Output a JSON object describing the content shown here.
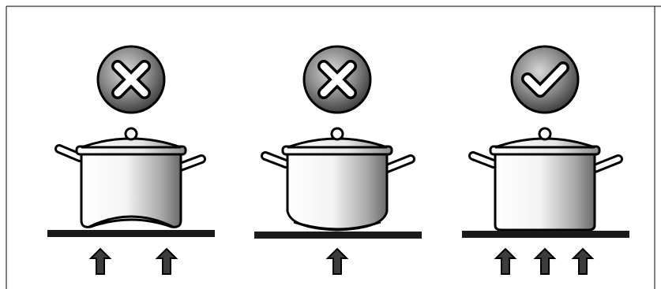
{
  "panels": [
    {
      "id": "pot-bulged-bottom",
      "status": "incorrect",
      "status_icon": "cross-icon",
      "bottom_shape": "convex",
      "heat_arrows": 2
    },
    {
      "id": "pot-rounded-bottom",
      "status": "incorrect",
      "status_icon": "cross-icon",
      "bottom_shape": "rounded",
      "heat_arrows": 1
    },
    {
      "id": "pot-flat-bottom",
      "status": "correct",
      "status_icon": "check-icon",
      "bottom_shape": "flat",
      "heat_arrows": 3
    }
  ],
  "colors": {
    "badge_dark": "#3a3a3a",
    "badge_light": "#d9d9d9",
    "outline": "#000000",
    "hob": "#1a1a1a",
    "arrow": "#3c3c3c"
  }
}
